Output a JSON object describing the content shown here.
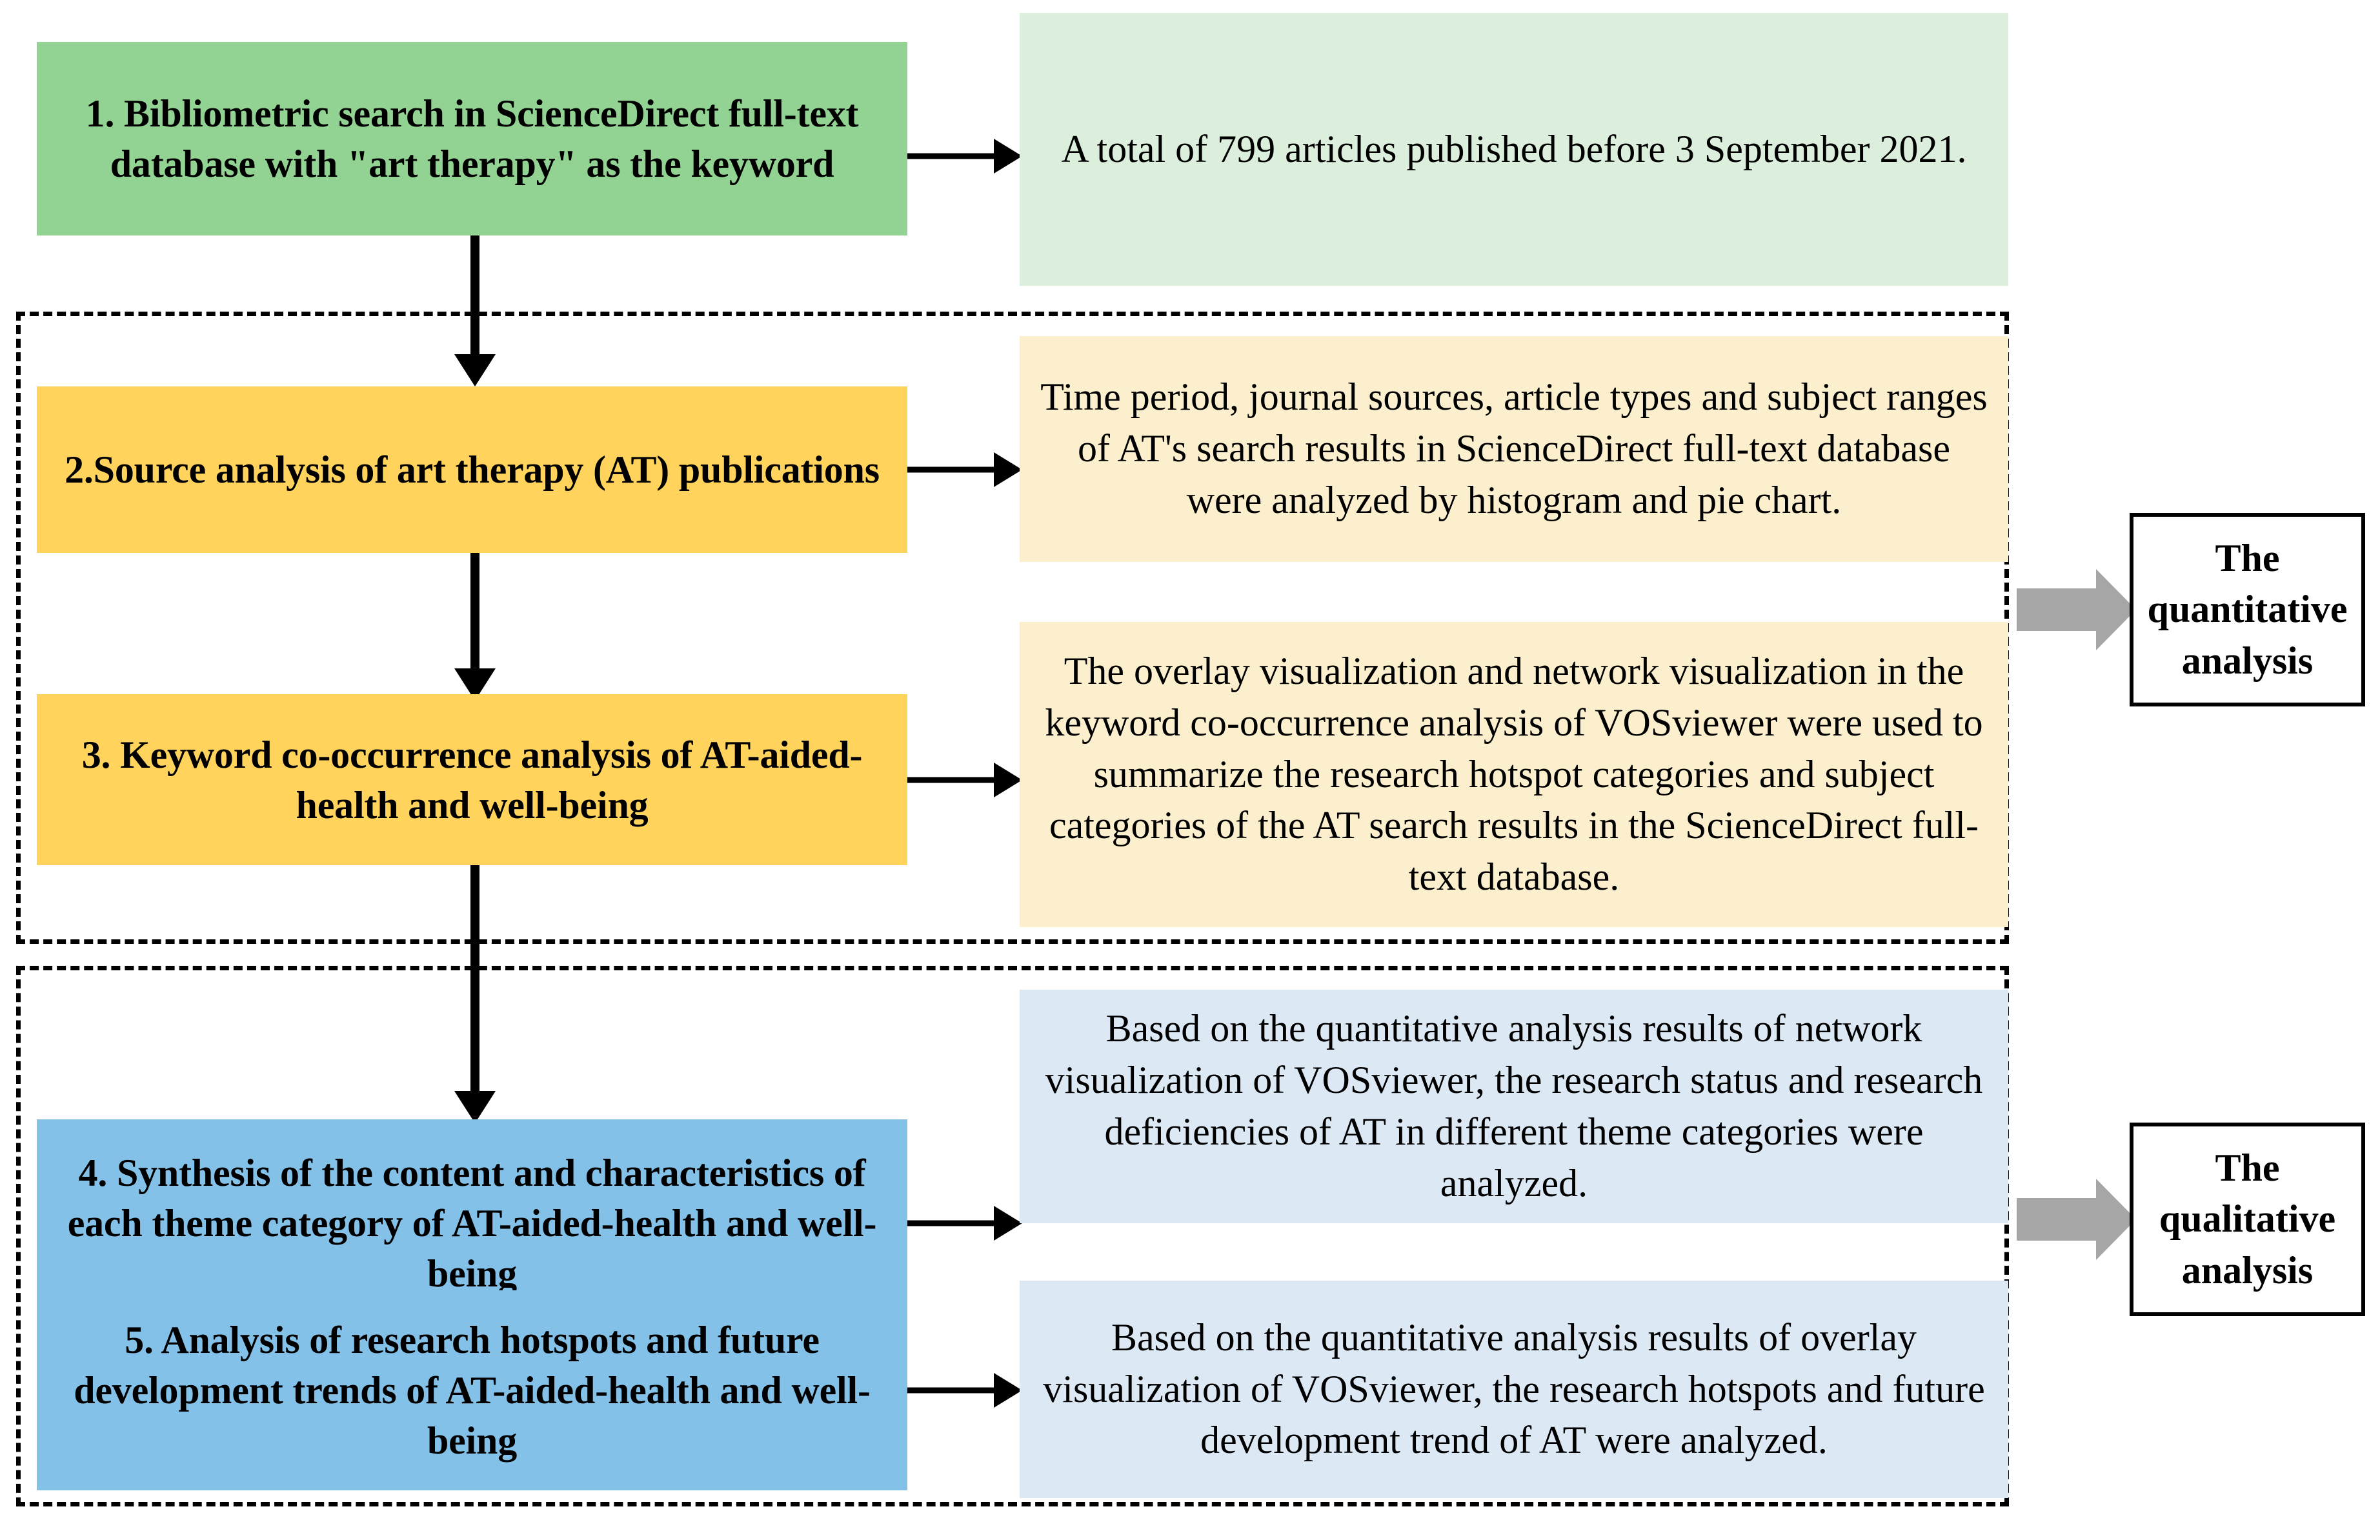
{
  "diagram": {
    "title": "Bibliometric research workflow flowchart",
    "colors": {
      "step_green": "#92D292",
      "step_yellow": "#FFD35C",
      "step_blue": "#84C1E8",
      "outcome_green": "#DCEEDC",
      "outcome_yellow": "#FCEFCD",
      "outcome_blue": "#DCE9F5",
      "grey_arrow": "#A6A6A6",
      "outline": "#000000"
    }
  },
  "steps": [
    {
      "id": "step-1",
      "label": "1.  Bibliometric search  in ScienceDirect full-text database with \"art therapy\" as the keyword"
    },
    {
      "id": "step-2",
      "label": "2.Source analysis of art therapy (AT) publications"
    },
    {
      "id": "step-3",
      "label": "3. Keyword co-occurrence analysis of AT-aided-health and well-being"
    },
    {
      "id": "step-4",
      "label": "4. Synthesis of the content and characteristics of each theme category of AT-aided-health and well-being"
    },
    {
      "id": "step-5",
      "label": "5. Analysis of research hotspots and future development trends of AT-aided-health and well-being"
    }
  ],
  "outcomes": [
    {
      "id": "outcome-1",
      "text": "A total of 799 articles published before 3 September 2021."
    },
    {
      "id": "outcome-2",
      "text": "Time period, journal sources, article types and subject ranges of AT's search results in ScienceDirect full-text database were analyzed by histogram and pie chart."
    },
    {
      "id": "outcome-3",
      "text": "The overlay visualization and network visualization in the keyword co-occurrence analysis of VOSviewer were used to summarize the research hotspot categories and subject categories of the AT search results in the ScienceDirect full-text database."
    },
    {
      "id": "outcome-4",
      "text": "Based on the quantitative analysis results of network visualization of VOSviewer, the research status and research deficiencies of AT in different theme categories were analyzed."
    },
    {
      "id": "outcome-5",
      "text": "Based on the quantitative analysis results of overlay visualization of VOSviewer, the research hotspots and future development trend of AT were analyzed."
    }
  ],
  "summaries": [
    {
      "id": "summary-quantitative",
      "label": "The quantitative analysis"
    },
    {
      "id": "summary-qualitative",
      "label": "The qualitative analysis"
    }
  ]
}
